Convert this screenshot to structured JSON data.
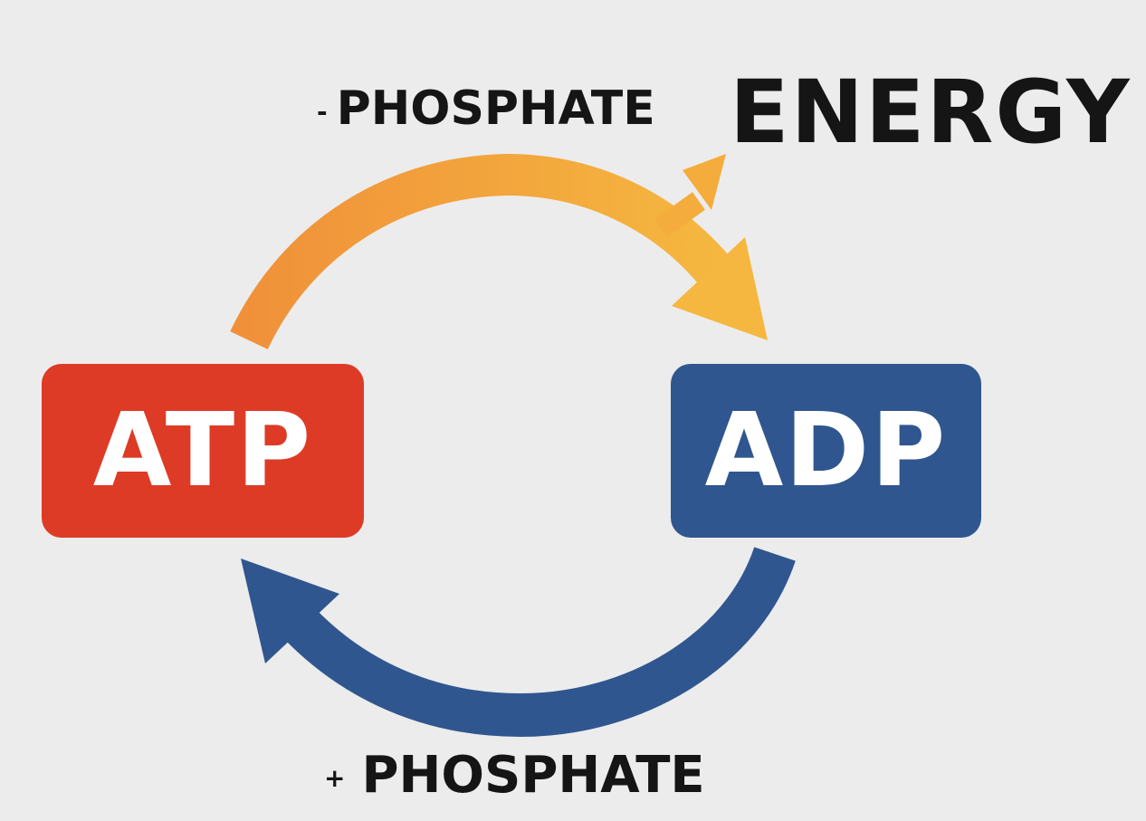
{
  "boxes": {
    "atp": {
      "label": "ATP",
      "color": "#dd3b26"
    },
    "adp": {
      "label": "ADP",
      "color": "#30568f"
    }
  },
  "labels": {
    "top_sign": "-",
    "top_text": "PHOSPHATE",
    "bottom_sign": "+",
    "bottom_text": "PHOSPHATE",
    "energy": "ENERGY"
  },
  "arrows": {
    "top": {
      "description": "ATP to ADP",
      "color_start": "#f0913a",
      "color_end": "#f5b73f"
    },
    "bottom": {
      "description": "ADP to ATP",
      "color": "#30568f"
    },
    "energy_release": {
      "color": "#f4ac3c"
    }
  }
}
